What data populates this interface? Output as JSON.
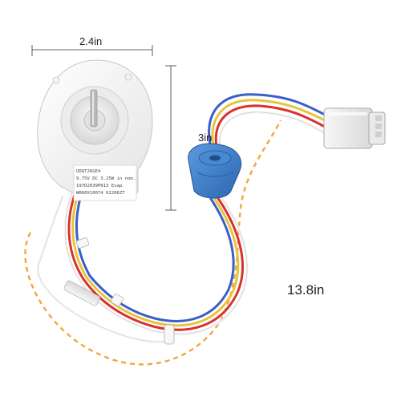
{
  "dimensions": {
    "width": "2.4in",
    "height": "3in",
    "cable_length": "13.8in"
  },
  "sticker": {
    "model": "UDQT26GE4",
    "rating": "9.75V DC 3.25W in nom.",
    "part": "197D2039P013 Evap.",
    "codes": "WR60X10074 62206ZT"
  },
  "colors": {
    "dimension_lines": "#333333",
    "cable_length_guide": "#f2a640",
    "grommet": "#3d7dc6",
    "wire_red": "#d8322e",
    "wire_yellow": "#e8c43a",
    "wire_blue": "#3a5fc8",
    "wire_white": "#f4f4f4"
  }
}
